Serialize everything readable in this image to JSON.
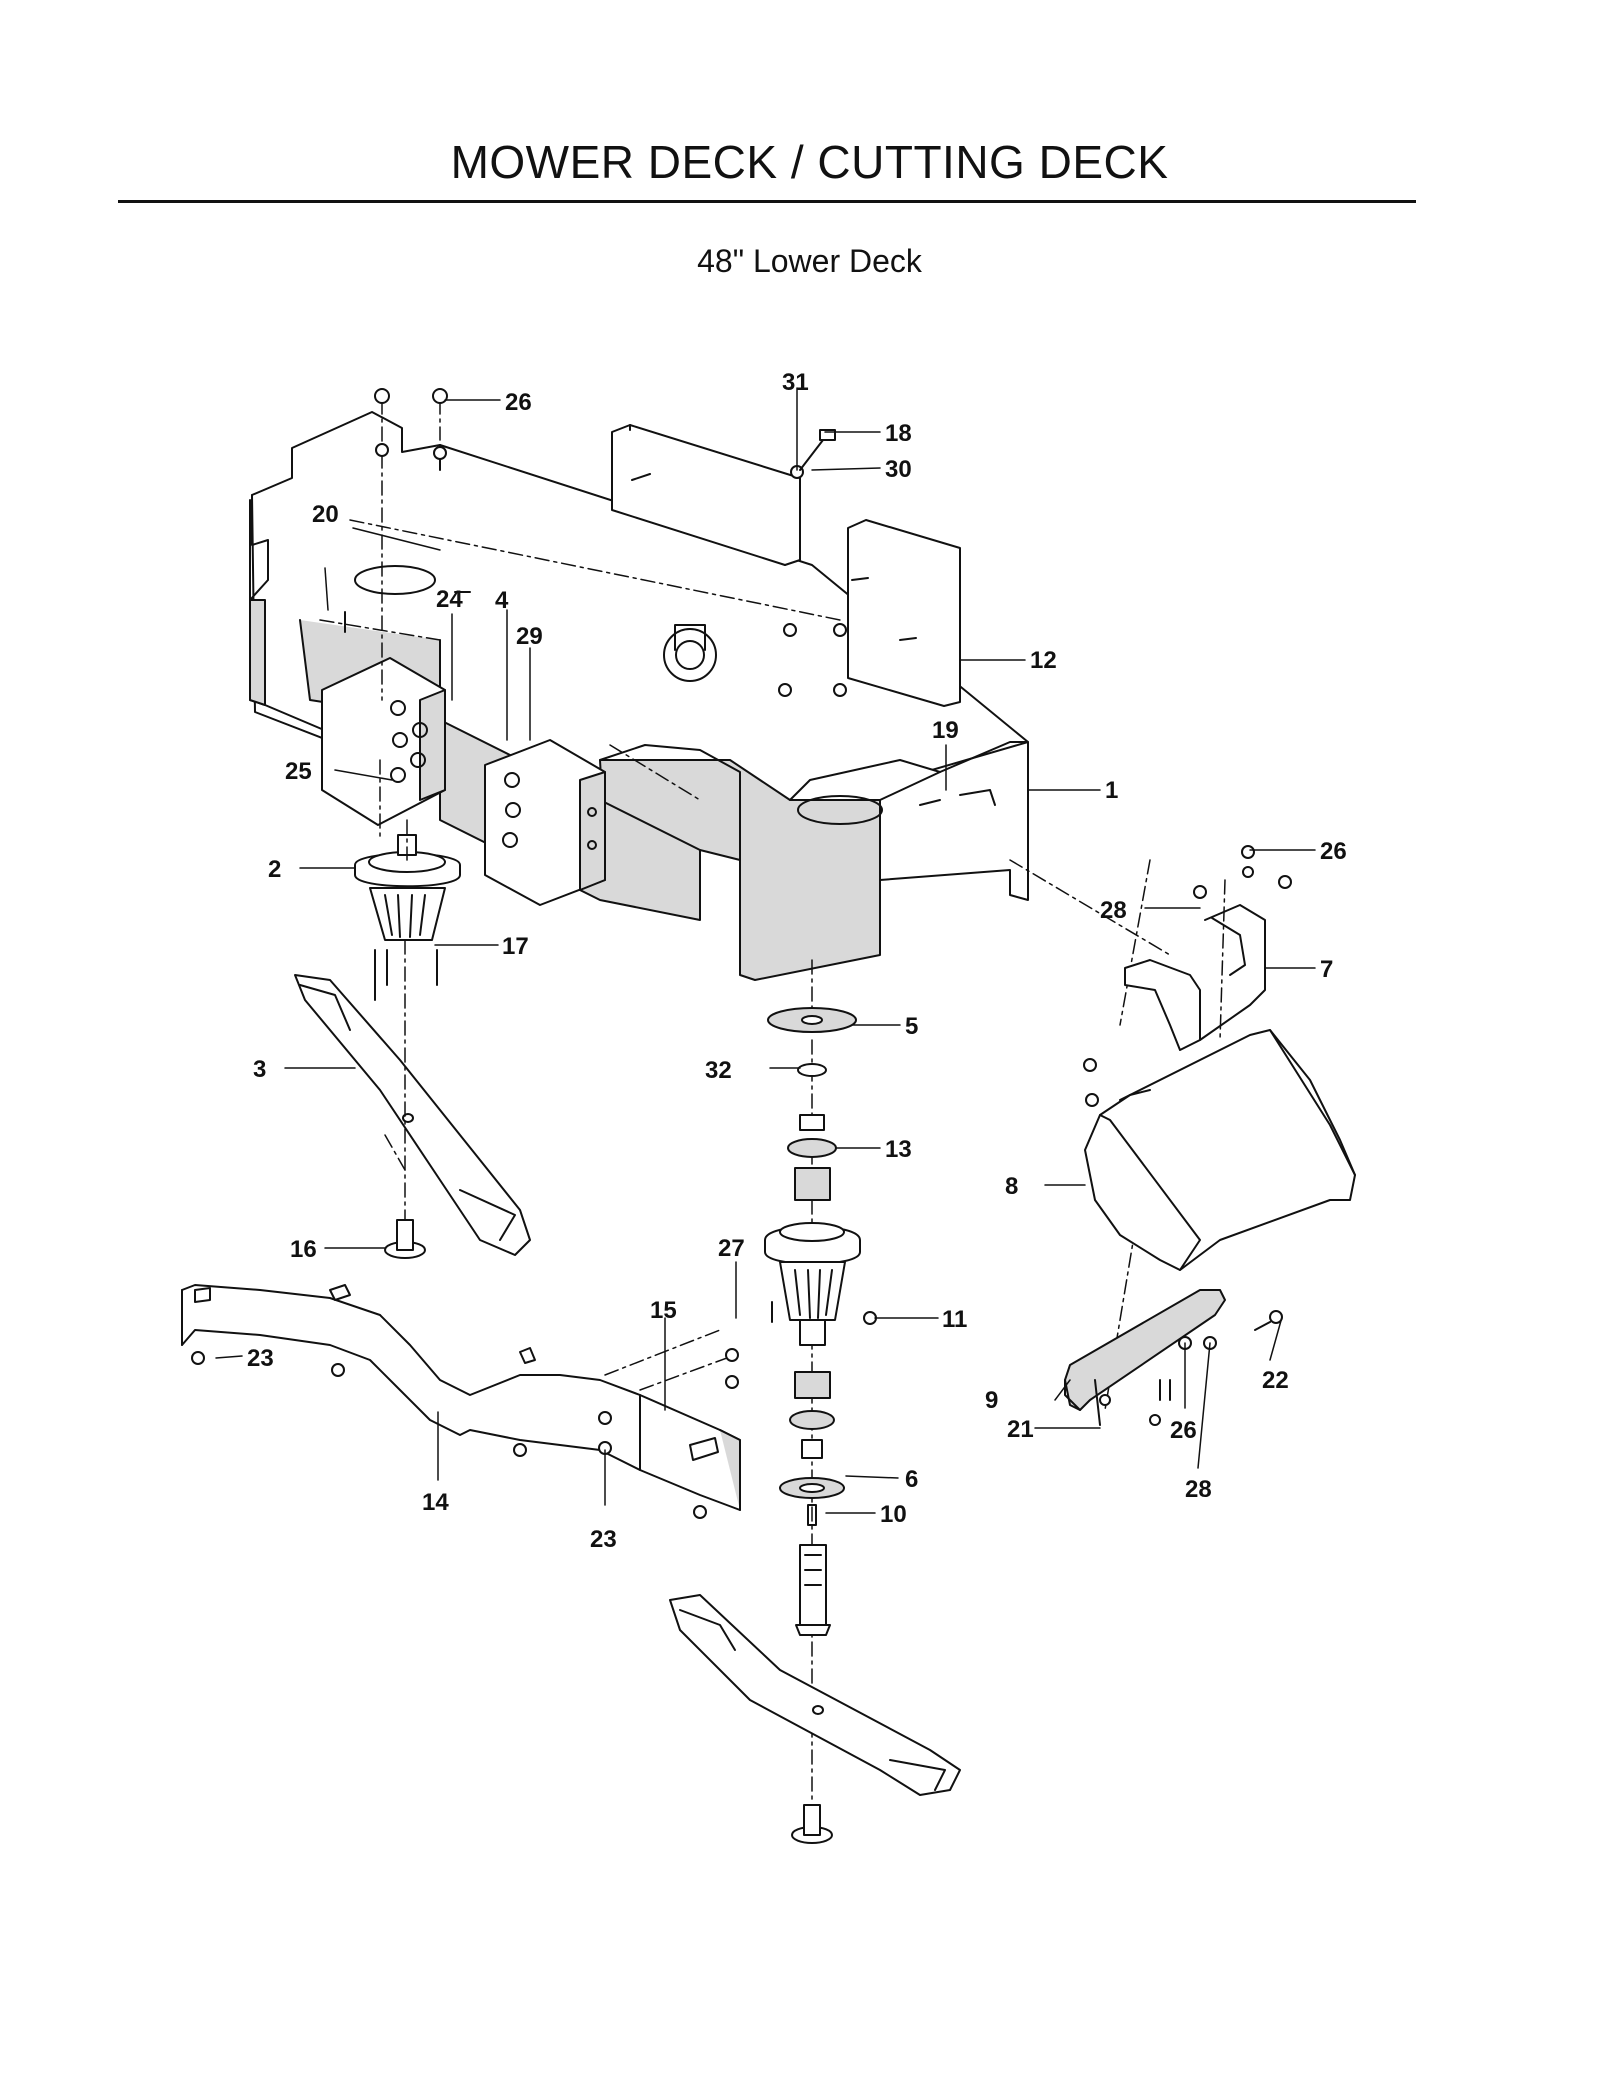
{
  "header": {
    "title": "MOWER DECK / CUTTING DECK",
    "subtitle": "48\" Lower Deck"
  },
  "callouts": {
    "c1": "1",
    "c2": "2",
    "c3": "3",
    "c4": "4",
    "c5": "5",
    "c6": "6",
    "c7": "7",
    "c8": "8",
    "c9": "9",
    "c10": "10",
    "c11": "11",
    "c12": "12",
    "c13": "13",
    "c14": "14",
    "c15": "15",
    "c16": "16",
    "c17": "17",
    "c18": "18",
    "c19": "19",
    "c20": "20",
    "c21": "21",
    "c22": "22",
    "c23a": "23",
    "c23b": "23",
    "c24": "24",
    "c25": "25",
    "c26a": "26",
    "c26b": "26",
    "c26c": "26",
    "c27": "27",
    "c28a": "28",
    "c28b": "28",
    "c29": "29",
    "c30": "30",
    "c31": "31",
    "c32": "32"
  },
  "colors": {
    "ink": "#111111",
    "shade": "#d9d9d9",
    "paper": "#ffffff"
  }
}
